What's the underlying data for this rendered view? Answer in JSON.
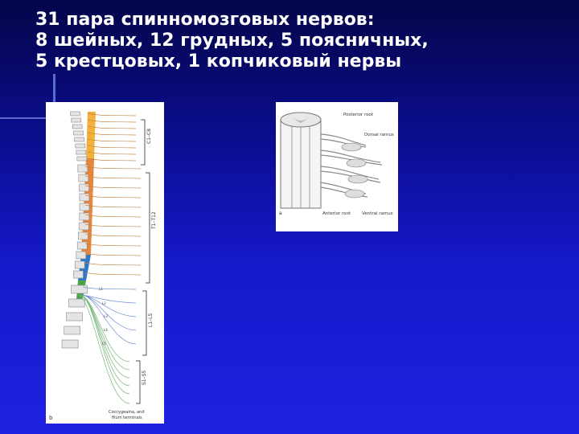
{
  "slide": {
    "title_lines": [
      "31 пара спинномозговых нервов:",
      "8 шейных, 12 грудных, 5 поясничных,",
      "5 крестцовых, 1 копчиковый нервы"
    ]
  },
  "spine_figure": {
    "panel_letter": "b",
    "region_labels": [
      "C1–C8",
      "T1–T12",
      "L1–L5",
      "S1–S5"
    ],
    "caption_line1": "Coccygealna, and",
    "caption_line2": "filum terminals",
    "vertebra_labels": [
      "L1",
      "L2",
      "L3",
      "L4",
      "L5"
    ],
    "colors": {
      "cervical": "#f2b13a",
      "thoracic": "#e9843b",
      "lumbar": "#2e78c8",
      "sacral": "#4aa24a"
    }
  },
  "root_figure": {
    "panel_letter": "a",
    "label_posterior_root": "Posterior root",
    "label_dorsal_ramus": "Dorsal ramus",
    "label_anterior_root": "Anterior root",
    "label_ventral_ramus": "Ventral ramus"
  }
}
